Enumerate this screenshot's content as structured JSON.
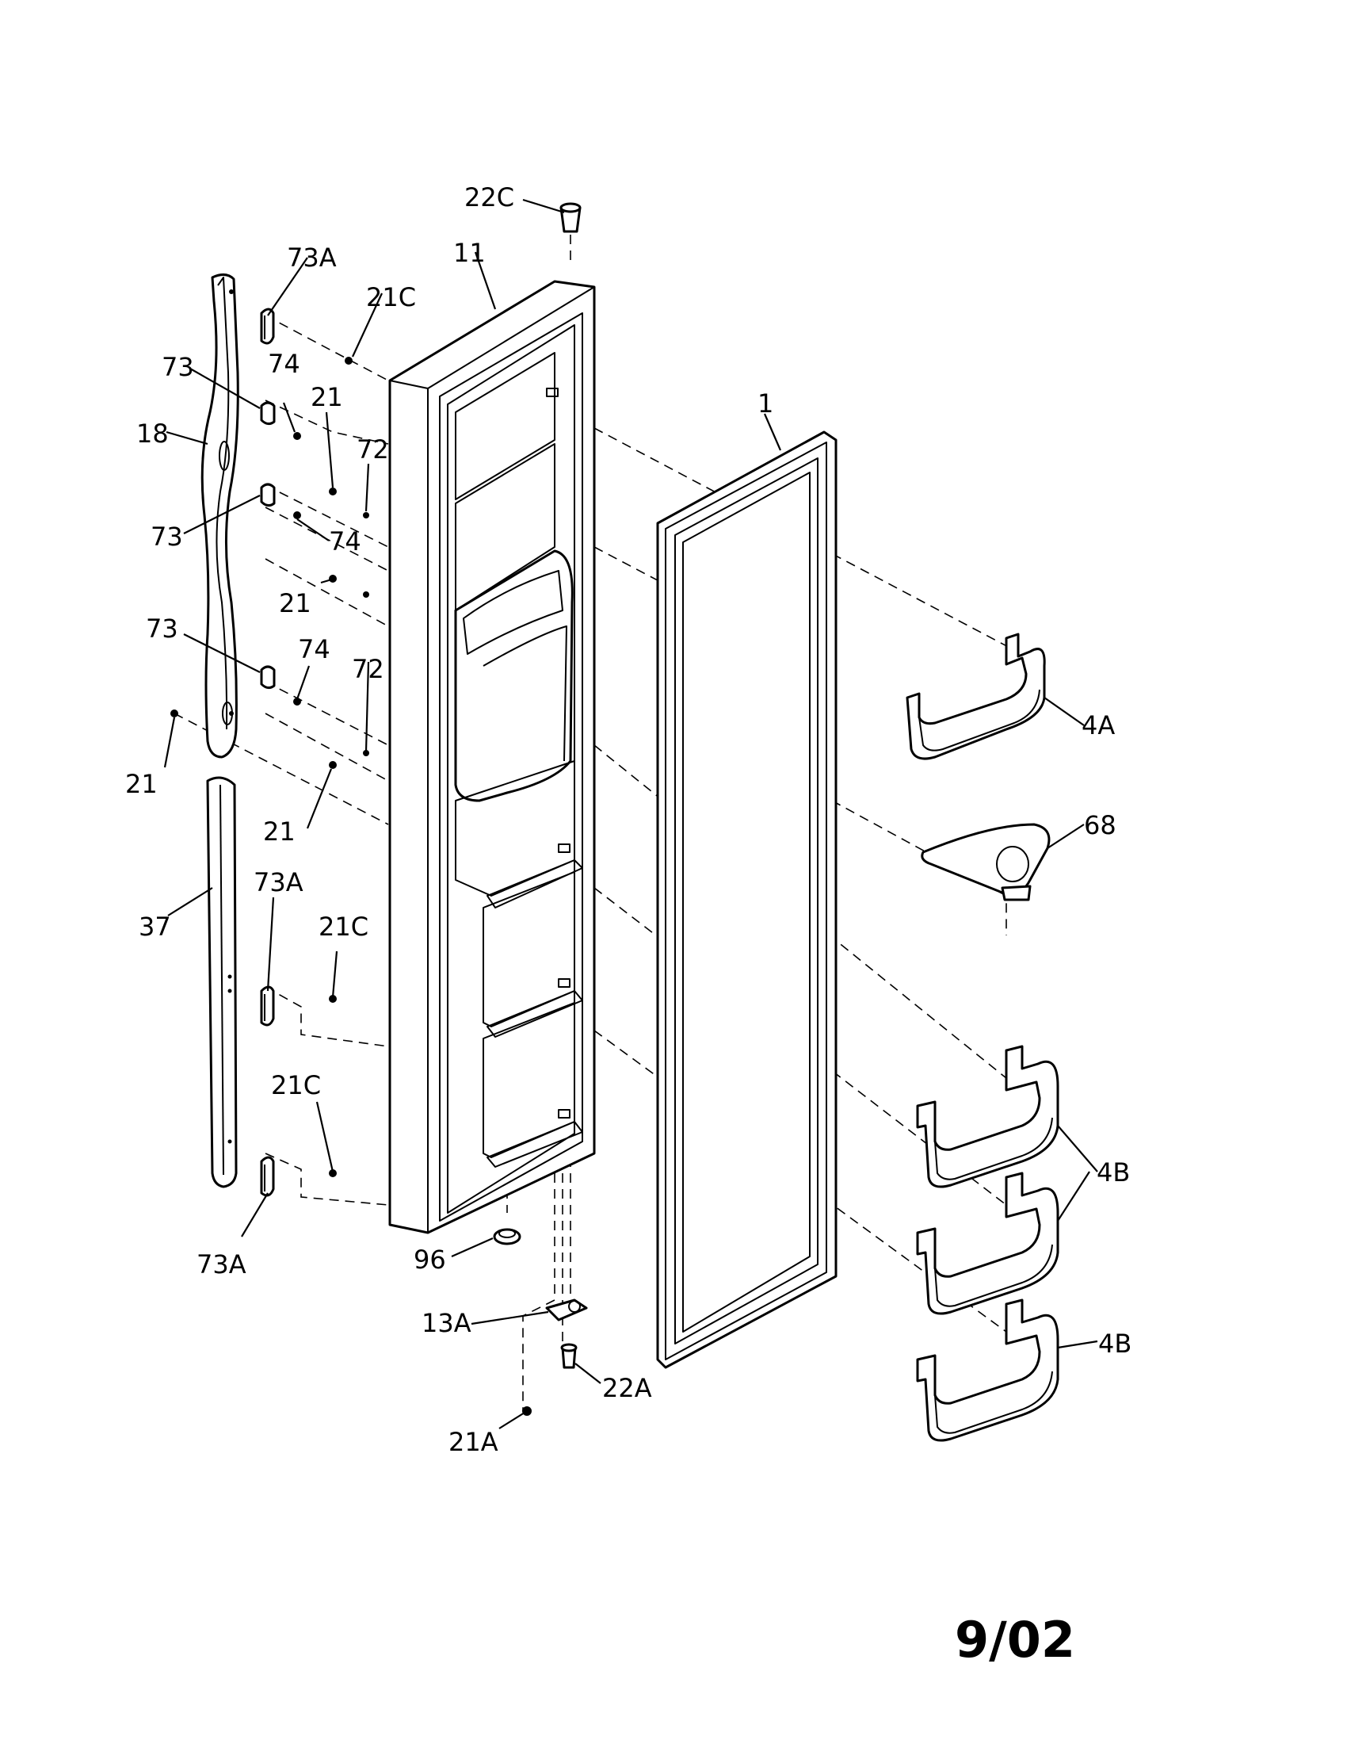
{
  "diagram": {
    "callouts": {
      "c_22C": "22C",
      "c_11": "11",
      "c_73A_top": "73A",
      "c_21C_top": "21C",
      "c_1": "1",
      "c_73_a": "73",
      "c_74_a": "74",
      "c_21_a": "21",
      "c_72_a": "72",
      "c_18": "18",
      "c_73_b": "73",
      "c_74_b": "74",
      "c_21_b": "21",
      "c_73_c": "73",
      "c_74_c": "74",
      "c_72_b": "72",
      "c_4A": "4A",
      "c_21_c": "21",
      "c_68": "68",
      "c_21_d": "21",
      "c_73A_mid": "73A",
      "c_21C_mid": "21C",
      "c_37": "37",
      "c_21C_low": "21C",
      "c_4B_a": "4B",
      "c_96": "96",
      "c_73A_low": "73A",
      "c_13A": "13A",
      "c_4B_b": "4B",
      "c_22A": "22A",
      "c_21A": "21A"
    },
    "date_stamp": "9/02"
  }
}
